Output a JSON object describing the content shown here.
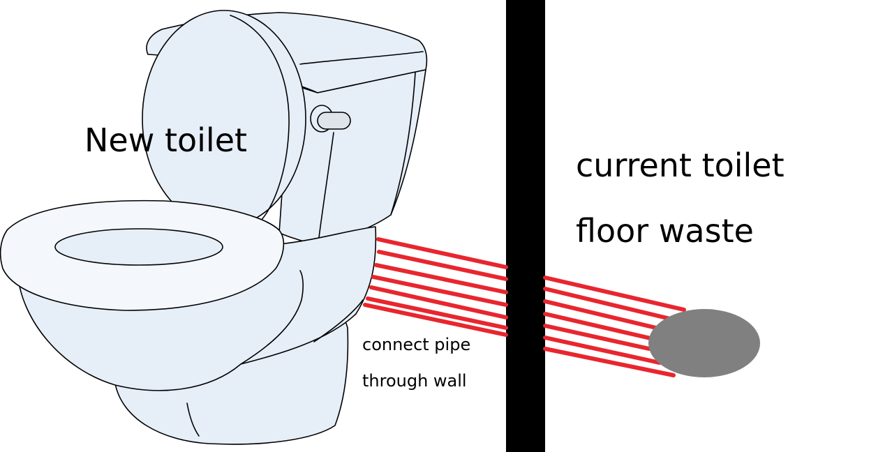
{
  "labels": {
    "new_toilet": "New toilet",
    "current_toilet": "current toilet",
    "floor_waste": "floor waste",
    "connect_pipe": "connect pipe",
    "through_wall": "through wall"
  },
  "colors": {
    "toilet_fill": "#e6eef8",
    "toilet_fill_light": "#f4f7fc",
    "outline": "#000000",
    "pipe": "#e8262e",
    "wall": "#000000",
    "floor_waste": "#808080",
    "background": "#ffffff"
  }
}
